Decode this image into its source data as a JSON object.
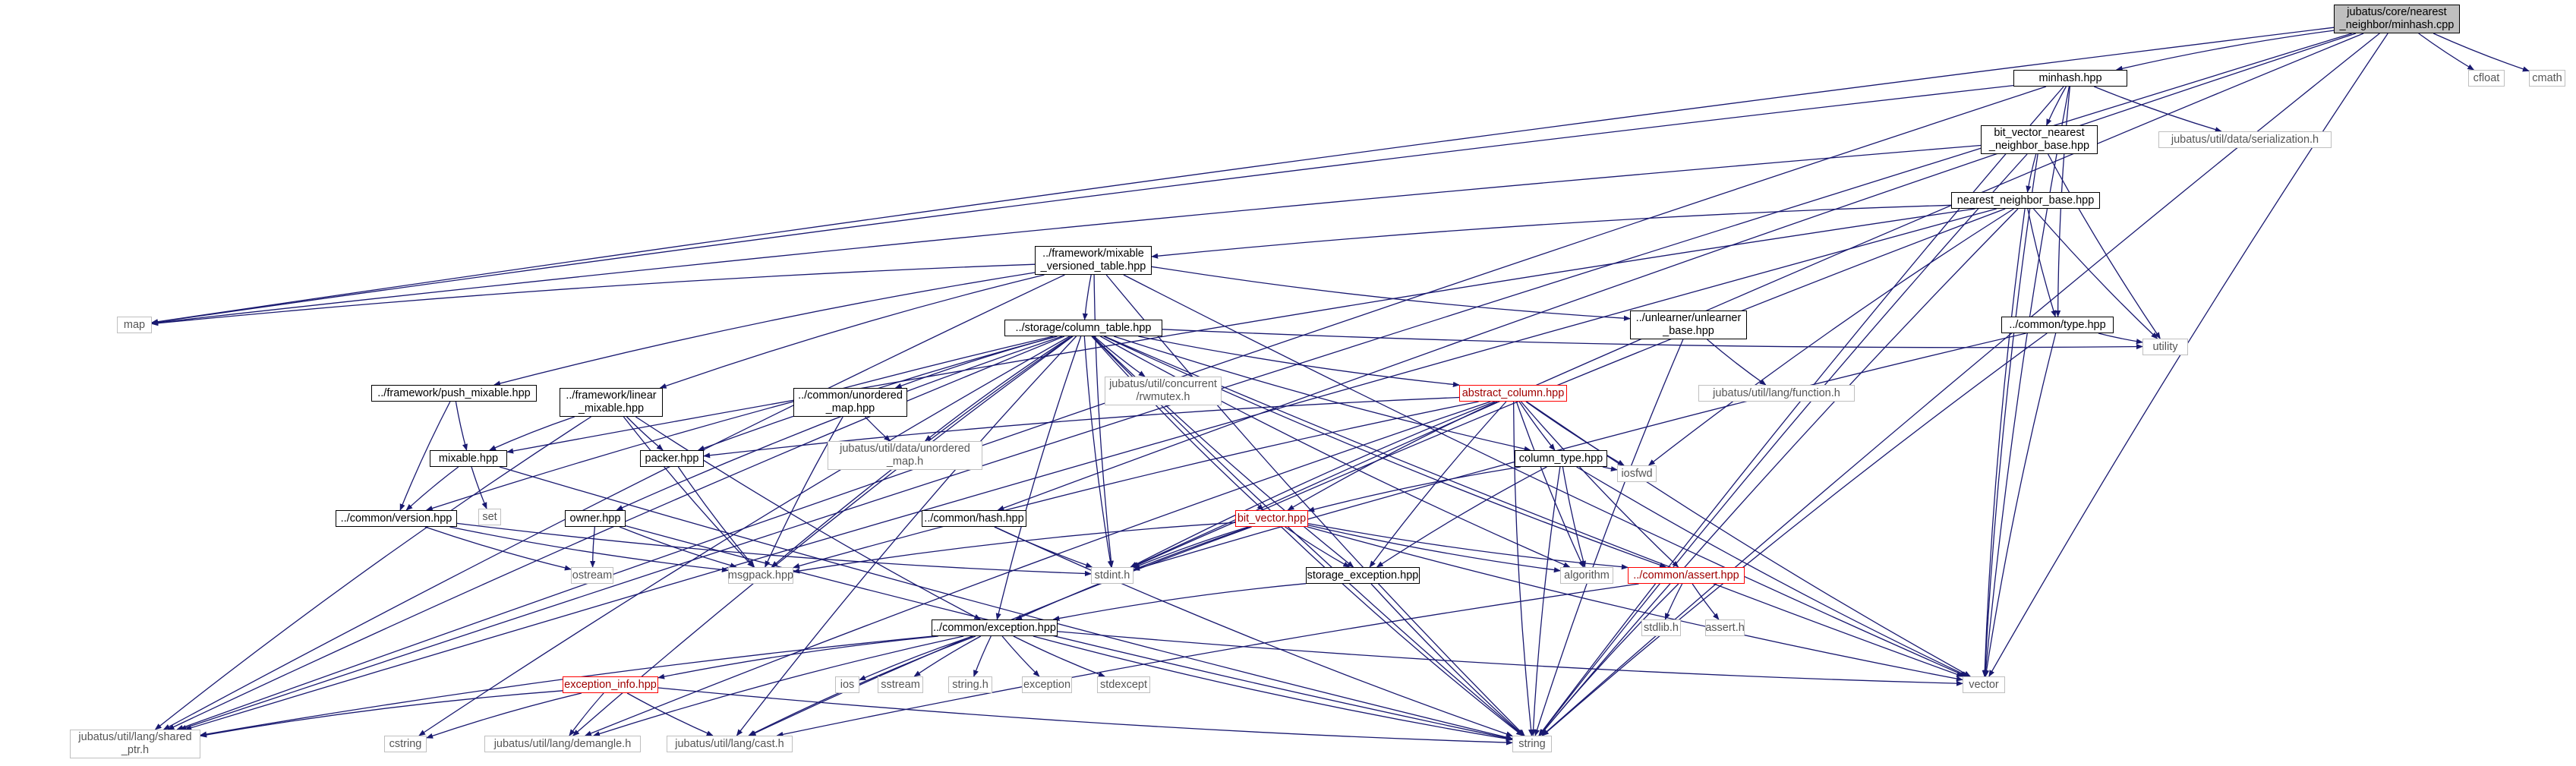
{
  "colors": {
    "edge": "#191970",
    "normal_border": "#000000",
    "system_border": "#bfbfbf",
    "red_border": "#ff0000",
    "root_fill": "#bfbfbf"
  },
  "nodes": [
    {
      "id": "root",
      "label": "jubatus/core/nearest\n_neighbor/minhash.cpp",
      "kind": "root"
    },
    {
      "id": "cfloat",
      "label": "cfloat",
      "kind": "system"
    },
    {
      "id": "cmath",
      "label": "cmath",
      "kind": "system"
    },
    {
      "id": "minhash",
      "label": "minhash.hpp",
      "kind": "normal"
    },
    {
      "id": "bvnnb",
      "label": "bit_vector_nearest\n_neighbor_base.hpp",
      "kind": "normal"
    },
    {
      "id": "serialization",
      "label": "jubatus/util/data/serialization.h",
      "kind": "system"
    },
    {
      "id": "nnbase",
      "label": "nearest_neighbor_base.hpp",
      "kind": "normal"
    },
    {
      "id": "mixvt",
      "label": "../framework/mixable\n_versioned_table.hpp",
      "kind": "normal"
    },
    {
      "id": "map",
      "label": "map",
      "kind": "system"
    },
    {
      "id": "unlearner",
      "label": "../unlearner/unlearner\n_base.hpp",
      "kind": "normal"
    },
    {
      "id": "ctype",
      "label": "../common/type.hpp",
      "kind": "normal"
    },
    {
      "id": "utility",
      "label": "utility",
      "kind": "system"
    },
    {
      "id": "coltable",
      "label": "../storage/column_table.hpp",
      "kind": "normal"
    },
    {
      "id": "rwmutex",
      "label": "jubatus/util/concurrent\n/rwmutex.h",
      "kind": "system"
    },
    {
      "id": "function",
      "label": "jubatus/util/lang/function.h",
      "kind": "system"
    },
    {
      "id": "pushmix",
      "label": "../framework/push_mixable.hpp",
      "kind": "normal"
    },
    {
      "id": "linmix",
      "label": "../framework/linear\n_mixable.hpp",
      "kind": "normal"
    },
    {
      "id": "unordmap",
      "label": "../common/unordered\n_map.hpp",
      "kind": "normal"
    },
    {
      "id": "utilunord",
      "label": "jubatus/util/data/unordered\n_map.h",
      "kind": "system"
    },
    {
      "id": "abscol",
      "label": "abstract_column.hpp",
      "kind": "red"
    },
    {
      "id": "mixable",
      "label": "mixable.hpp",
      "kind": "normal"
    },
    {
      "id": "packer",
      "label": "packer.hpp",
      "kind": "normal"
    },
    {
      "id": "coltype",
      "label": "column_type.hpp",
      "kind": "normal"
    },
    {
      "id": "iosfwd",
      "label": "iosfwd",
      "kind": "system"
    },
    {
      "id": "set",
      "label": "set",
      "kind": "system"
    },
    {
      "id": "version",
      "label": "../common/version.hpp",
      "kind": "normal"
    },
    {
      "id": "owner",
      "label": "owner.hpp",
      "kind": "normal"
    },
    {
      "id": "hash",
      "label": "../common/hash.hpp",
      "kind": "normal"
    },
    {
      "id": "bitvec",
      "label": "bit_vector.hpp",
      "kind": "red"
    },
    {
      "id": "ostream",
      "label": "ostream",
      "kind": "system"
    },
    {
      "id": "msgpack",
      "label": "msgpack.hpp",
      "kind": "system"
    },
    {
      "id": "stdint",
      "label": "stdint.h",
      "kind": "system"
    },
    {
      "id": "storexc",
      "label": "storage_exception.hpp",
      "kind": "normal"
    },
    {
      "id": "algorithm",
      "label": "algorithm",
      "kind": "system"
    },
    {
      "id": "assert",
      "label": "../common/assert.hpp",
      "kind": "red"
    },
    {
      "id": "stdlib",
      "label": "stdlib.h",
      "kind": "system"
    },
    {
      "id": "asserth",
      "label": "assert.h",
      "kind": "system"
    },
    {
      "id": "exception",
      "label": "../common/exception.hpp",
      "kind": "normal"
    },
    {
      "id": "ios",
      "label": "ios",
      "kind": "system"
    },
    {
      "id": "sstream",
      "label": "sstream",
      "kind": "system"
    },
    {
      "id": "stringh",
      "label": "string.h",
      "kind": "system"
    },
    {
      "id": "excstd",
      "label": "exception",
      "kind": "system"
    },
    {
      "id": "stdexcept",
      "label": "stdexcept",
      "kind": "system"
    },
    {
      "id": "vector",
      "label": "vector",
      "kind": "system"
    },
    {
      "id": "excinfo",
      "label": "exception_info.hpp",
      "kind": "red"
    },
    {
      "id": "sharedptr",
      "label": "jubatus/util/lang/shared\n_ptr.h",
      "kind": "system"
    },
    {
      "id": "cstring",
      "label": "cstring",
      "kind": "system"
    },
    {
      "id": "demangle",
      "label": "jubatus/util/lang/demangle.h",
      "kind": "system"
    },
    {
      "id": "cast",
      "label": "jubatus/util/lang/cast.h",
      "kind": "system"
    },
    {
      "id": "string",
      "label": "string",
      "kind": "system"
    }
  ],
  "edges": [
    [
      "root",
      "cfloat"
    ],
    [
      "root",
      "cmath"
    ],
    [
      "root",
      "minhash"
    ],
    [
      "root",
      "map"
    ],
    [
      "root",
      "vector"
    ],
    [
      "root",
      "string"
    ],
    [
      "root",
      "stdint"
    ],
    [
      "root",
      "sharedptr"
    ],
    [
      "root",
      "hash"
    ],
    [
      "minhash",
      "bvnnb"
    ],
    [
      "minhash",
      "serialization"
    ],
    [
      "minhash",
      "map"
    ],
    [
      "minhash",
      "ctype"
    ],
    [
      "minhash",
      "vector"
    ],
    [
      "minhash",
      "string"
    ],
    [
      "minhash",
      "sharedptr"
    ],
    [
      "bvnnb",
      "nnbase"
    ],
    [
      "bvnnb",
      "map"
    ],
    [
      "bvnnb",
      "utility"
    ],
    [
      "bvnnb",
      "vector"
    ],
    [
      "bvnnb",
      "string"
    ],
    [
      "nnbase",
      "mixvt"
    ],
    [
      "nnbase",
      "ctype"
    ],
    [
      "nnbase",
      "utility"
    ],
    [
      "nnbase",
      "vector"
    ],
    [
      "nnbase",
      "string"
    ],
    [
      "nnbase",
      "sharedptr"
    ],
    [
      "nnbase",
      "stdint"
    ],
    [
      "nnbase",
      "iosfwd"
    ],
    [
      "nnbase",
      "mixable"
    ],
    [
      "mixvt",
      "coltable"
    ],
    [
      "mixvt",
      "map"
    ],
    [
      "mixvt",
      "unlearner"
    ],
    [
      "mixvt",
      "pushmix"
    ],
    [
      "mixvt",
      "linmix"
    ],
    [
      "mixvt",
      "vector"
    ],
    [
      "mixvt",
      "string"
    ],
    [
      "mixvt",
      "sharedptr"
    ],
    [
      "mixvt",
      "stdint"
    ],
    [
      "unlearner",
      "function"
    ],
    [
      "unlearner",
      "string"
    ],
    [
      "ctype",
      "utility"
    ],
    [
      "ctype",
      "vector"
    ],
    [
      "ctype",
      "string"
    ],
    [
      "ctype",
      "stdint"
    ],
    [
      "coltable",
      "rwmutex"
    ],
    [
      "coltable",
      "unordmap"
    ],
    [
      "coltable",
      "utilunord"
    ],
    [
      "coltable",
      "abscol"
    ],
    [
      "coltable",
      "packer"
    ],
    [
      "coltable",
      "coltype"
    ],
    [
      "coltable",
      "owner"
    ],
    [
      "coltable",
      "bitvec"
    ],
    [
      "coltable",
      "msgpack"
    ],
    [
      "coltable",
      "stdint"
    ],
    [
      "coltable",
      "storexc"
    ],
    [
      "coltable",
      "algorithm"
    ],
    [
      "coltable",
      "assert"
    ],
    [
      "coltable",
      "exception"
    ],
    [
      "coltable",
      "utility"
    ],
    [
      "coltable",
      "vector"
    ],
    [
      "coltable",
      "string"
    ],
    [
      "coltable",
      "sharedptr"
    ],
    [
      "coltable",
      "cstring"
    ],
    [
      "coltable",
      "demangle"
    ],
    [
      "coltable",
      "cast"
    ],
    [
      "coltable",
      "version"
    ],
    [
      "pushmix",
      "mixable"
    ],
    [
      "pushmix",
      "version"
    ],
    [
      "linmix",
      "mixable"
    ],
    [
      "linmix",
      "packer"
    ],
    [
      "linmix",
      "msgpack"
    ],
    [
      "linmix",
      "sharedptr"
    ],
    [
      "linmix",
      "exception"
    ],
    [
      "unordmap",
      "utilunord"
    ],
    [
      "unordmap",
      "msgpack"
    ],
    [
      "abscol",
      "coltype"
    ],
    [
      "abscol",
      "bitvec"
    ],
    [
      "abscol",
      "packer"
    ],
    [
      "abscol",
      "iosfwd"
    ],
    [
      "abscol",
      "storexc"
    ],
    [
      "abscol",
      "algorithm"
    ],
    [
      "abscol",
      "assert"
    ],
    [
      "abscol",
      "msgpack"
    ],
    [
      "abscol",
      "vector"
    ],
    [
      "abscol",
      "string"
    ],
    [
      "abscol",
      "stdint"
    ],
    [
      "abscol",
      "demangle"
    ],
    [
      "mixable",
      "set"
    ],
    [
      "mixable",
      "version"
    ],
    [
      "mixable",
      "string"
    ],
    [
      "packer",
      "msgpack"
    ],
    [
      "coltype",
      "iosfwd"
    ],
    [
      "coltype",
      "bitvec"
    ],
    [
      "coltype",
      "storexc"
    ],
    [
      "coltype",
      "algorithm"
    ],
    [
      "coltype",
      "string"
    ],
    [
      "coltype",
      "vector"
    ],
    [
      "version",
      "ostream"
    ],
    [
      "version",
      "msgpack"
    ],
    [
      "version",
      "stdint"
    ],
    [
      "owner",
      "ostream"
    ],
    [
      "owner",
      "msgpack"
    ],
    [
      "owner",
      "string"
    ],
    [
      "hash",
      "stdint"
    ],
    [
      "hash",
      "string"
    ],
    [
      "bitvec",
      "msgpack"
    ],
    [
      "bitvec",
      "stdint"
    ],
    [
      "bitvec",
      "storexc"
    ],
    [
      "bitvec",
      "algorithm"
    ],
    [
      "bitvec",
      "assert"
    ],
    [
      "bitvec",
      "exception"
    ],
    [
      "bitvec",
      "vector"
    ],
    [
      "bitvec",
      "string"
    ],
    [
      "bitvec",
      "cast"
    ],
    [
      "storexc",
      "exception"
    ],
    [
      "storexc",
      "string"
    ],
    [
      "assert",
      "stdlib"
    ],
    [
      "assert",
      "asserth"
    ],
    [
      "assert",
      "string"
    ],
    [
      "assert",
      "cast"
    ],
    [
      "exception",
      "ios"
    ],
    [
      "exception",
      "sstream"
    ],
    [
      "exception",
      "stringh"
    ],
    [
      "exception",
      "excstd"
    ],
    [
      "exception",
      "stdexcept"
    ],
    [
      "exception",
      "vector"
    ],
    [
      "exception",
      "excinfo"
    ],
    [
      "exception",
      "sharedptr"
    ],
    [
      "exception",
      "string"
    ],
    [
      "exception",
      "demangle"
    ],
    [
      "exception",
      "cast"
    ],
    [
      "excinfo",
      "sharedptr"
    ],
    [
      "excinfo",
      "cstring"
    ],
    [
      "excinfo",
      "demangle"
    ],
    [
      "excinfo",
      "cast"
    ],
    [
      "excinfo",
      "string"
    ]
  ]
}
